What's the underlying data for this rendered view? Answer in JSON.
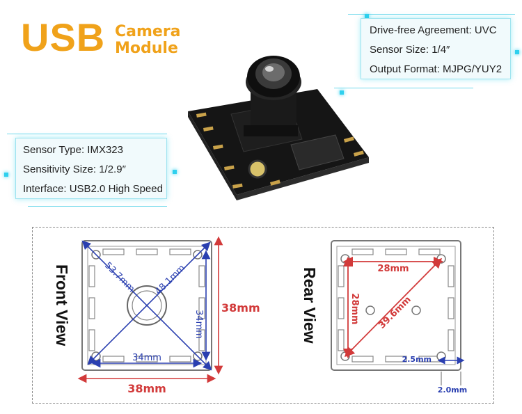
{
  "title": {
    "main": "USB",
    "line1": "Camera",
    "line2": "Module"
  },
  "specs_top": [
    "Drive-free Agreement: UVC",
    "Sensor Size: 1/4″",
    "Output Format: MJPG/YUY2"
  ],
  "specs_left": [
    "Sensor Type: IMX323",
    "Sensitivity Size: 1/2.9″",
    "Interface: USB2.0 High Speed"
  ],
  "front_view": {
    "label": "Front View",
    "diag1": "53.7mm",
    "diag2": "48.1mm",
    "height_inner": "34mm",
    "width_inner": "34mm",
    "height_outer": "38mm",
    "width_outer": "38mm"
  },
  "rear_view": {
    "label": "Rear View",
    "top": "28mm",
    "side": "28mm",
    "diag": "39.6mm",
    "edge": "2.5mm",
    "thickness": "2.0mm"
  },
  "colors": {
    "accent": "#f0a21a",
    "glow": "#2fd0ee",
    "red_dim": "#d23a3a",
    "blue_dim": "#2a3fb0"
  }
}
